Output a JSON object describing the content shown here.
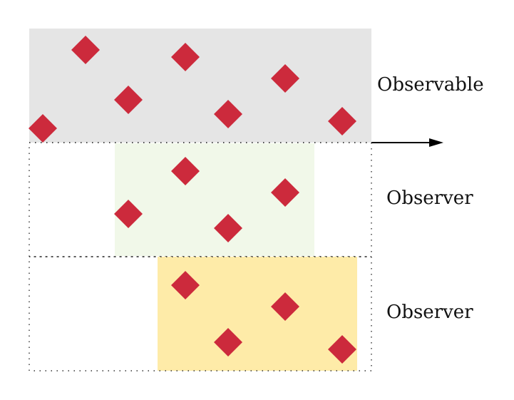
{
  "diagram": {
    "type": "marble-diagram",
    "colors": {
      "observable_bg": "#e5e5e5",
      "observer1_bg": "#f1f8e9",
      "observer2_bg": "#feeba8",
      "marble": "#cc2a3c",
      "dotted_border": "#333333",
      "arrow": "#000000"
    },
    "lanes": [
      {
        "id": "observable",
        "label": "Observable",
        "marble_count": 7
      },
      {
        "id": "observer-1",
        "label": "Observer",
        "marble_count": 4
      },
      {
        "id": "observer-2",
        "label": "Observer",
        "marble_count": 4
      }
    ],
    "arrow": {
      "meaning": "time-direction"
    }
  }
}
